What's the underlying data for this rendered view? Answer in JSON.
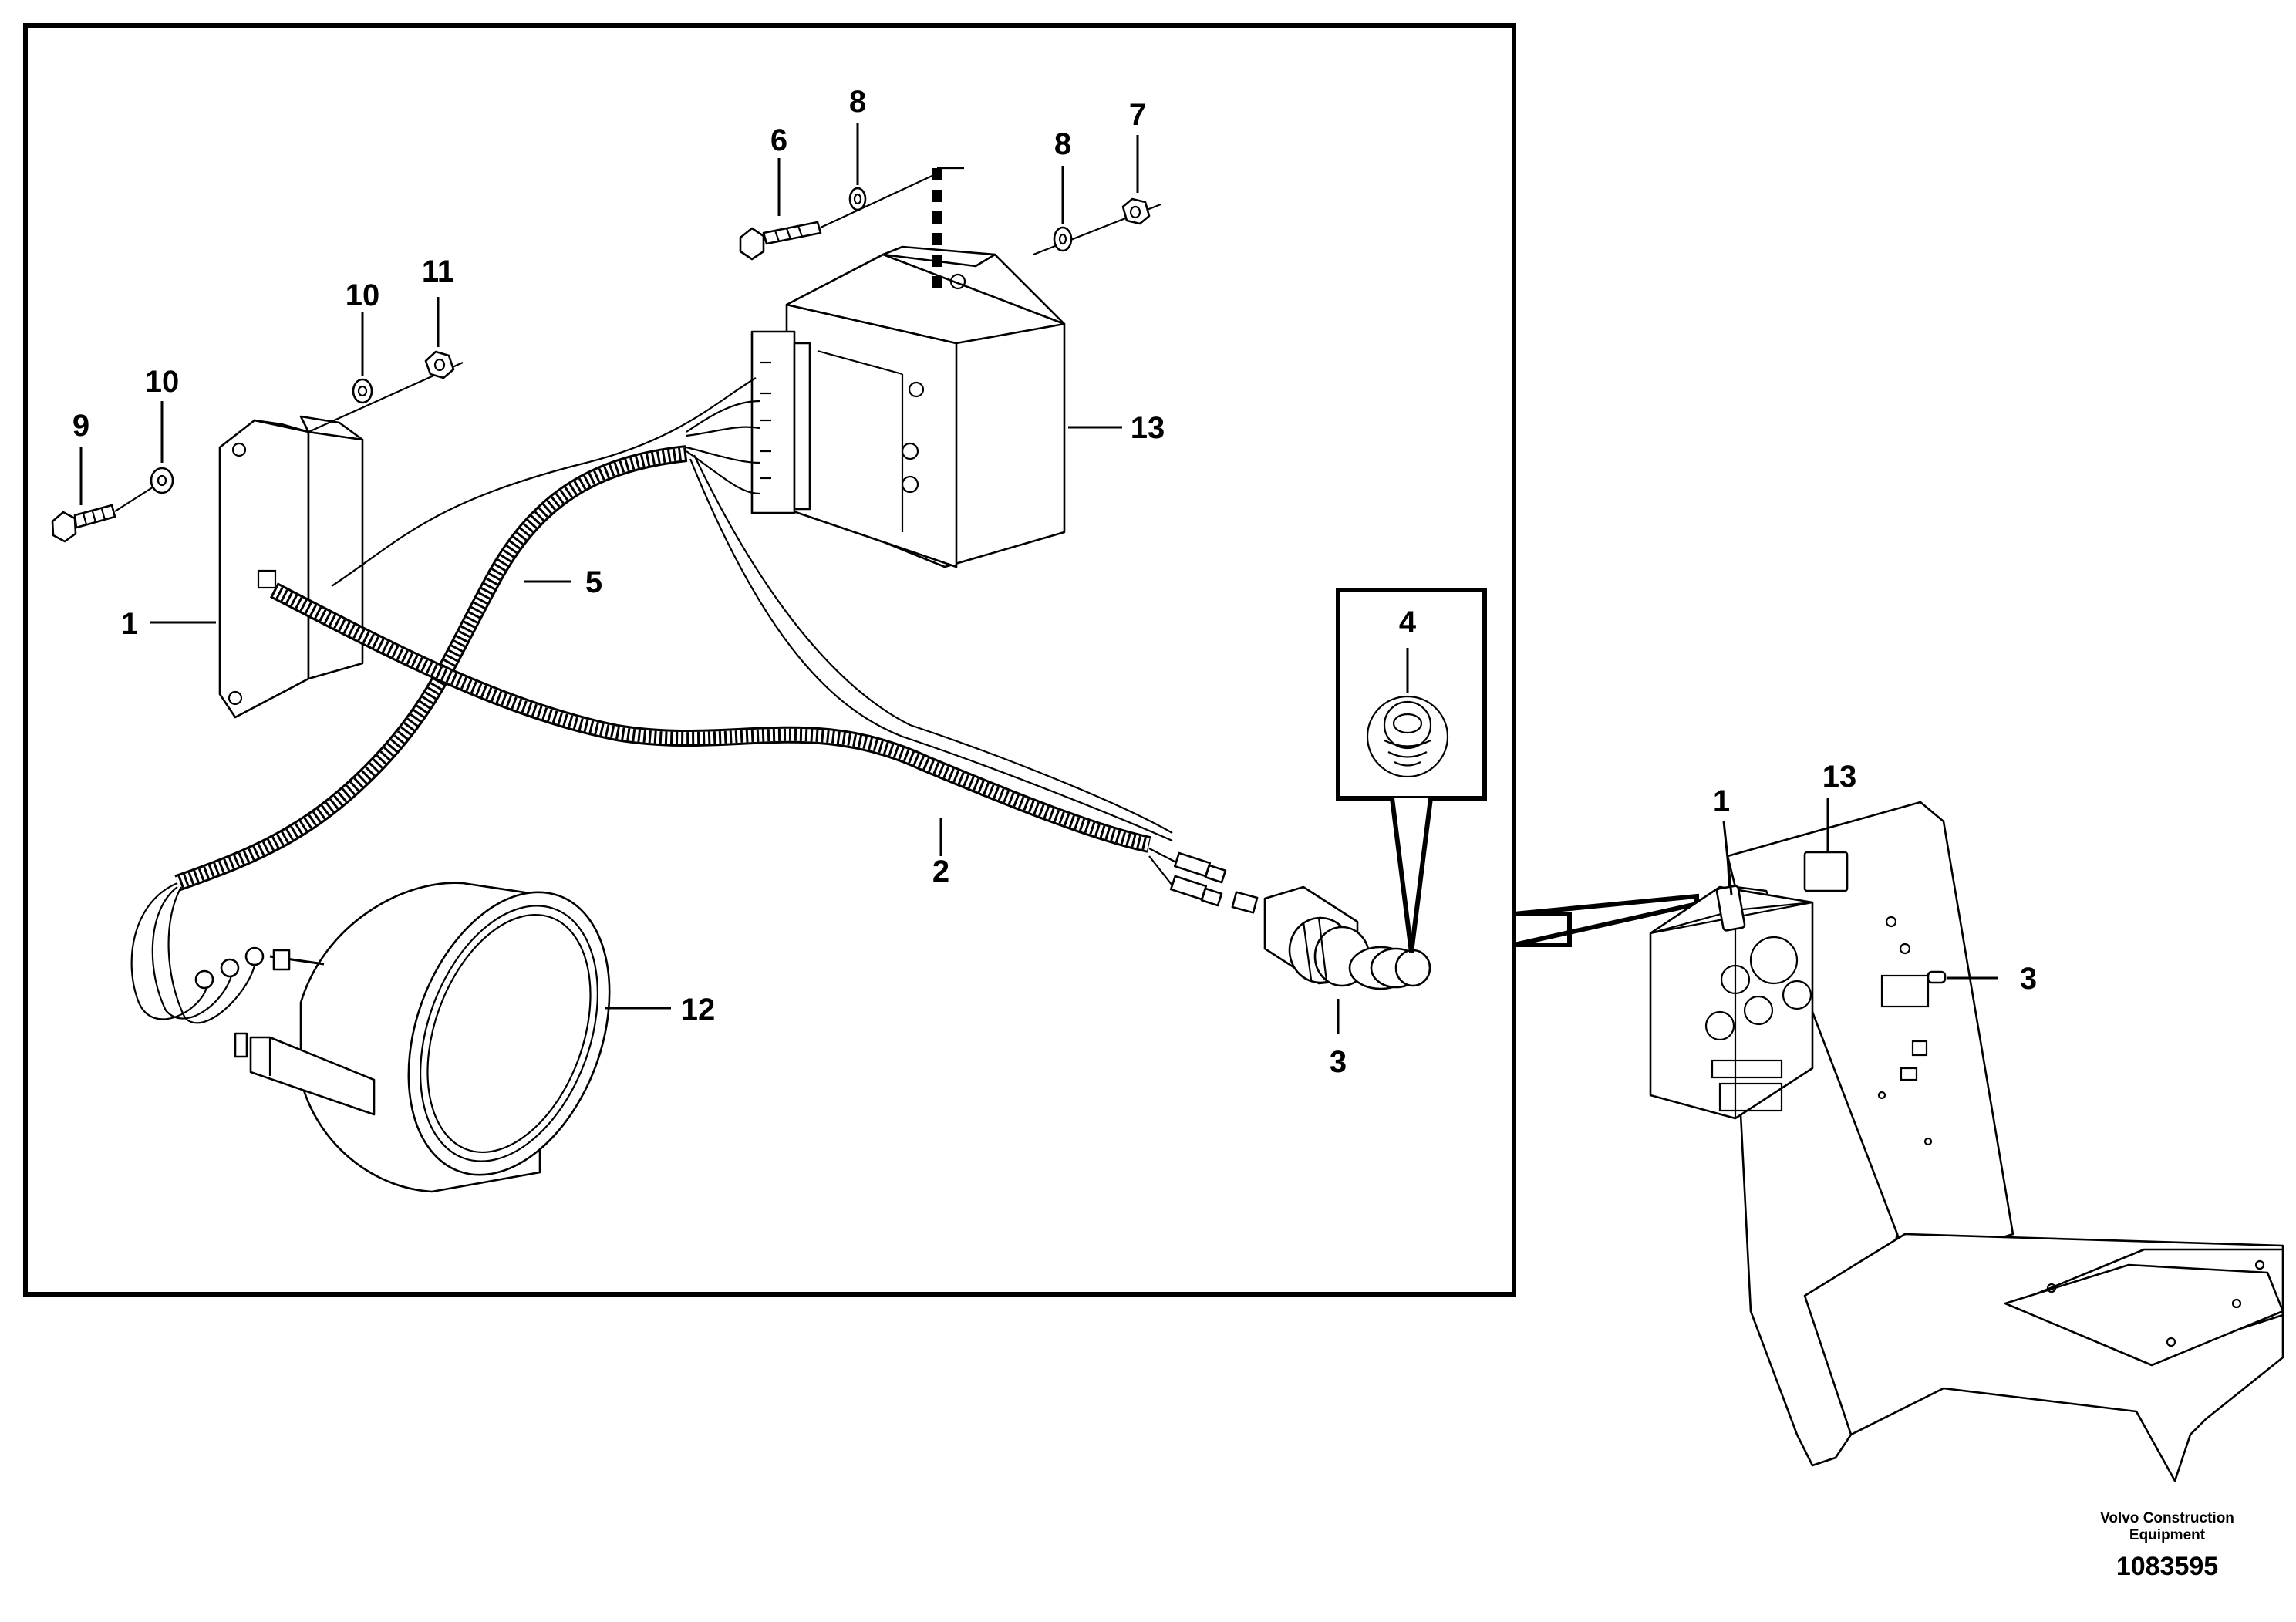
{
  "callouts": {
    "c1_main": "1",
    "c2": "2",
    "c3_main": "3",
    "c4": "4",
    "c5": "5",
    "c6": "6",
    "c7": "7",
    "c8_left": "8",
    "c8_right": "8",
    "c9": "9",
    "c10_left": "10",
    "c10_right": "10",
    "c11": "11",
    "c12": "12",
    "c13_main": "13",
    "c1_overview": "1",
    "c13_overview": "13",
    "c3_overview": "3"
  },
  "footer": {
    "brand_line1": "Volvo Construction",
    "brand_line2": "Equipment",
    "doc_number": "1083595"
  }
}
